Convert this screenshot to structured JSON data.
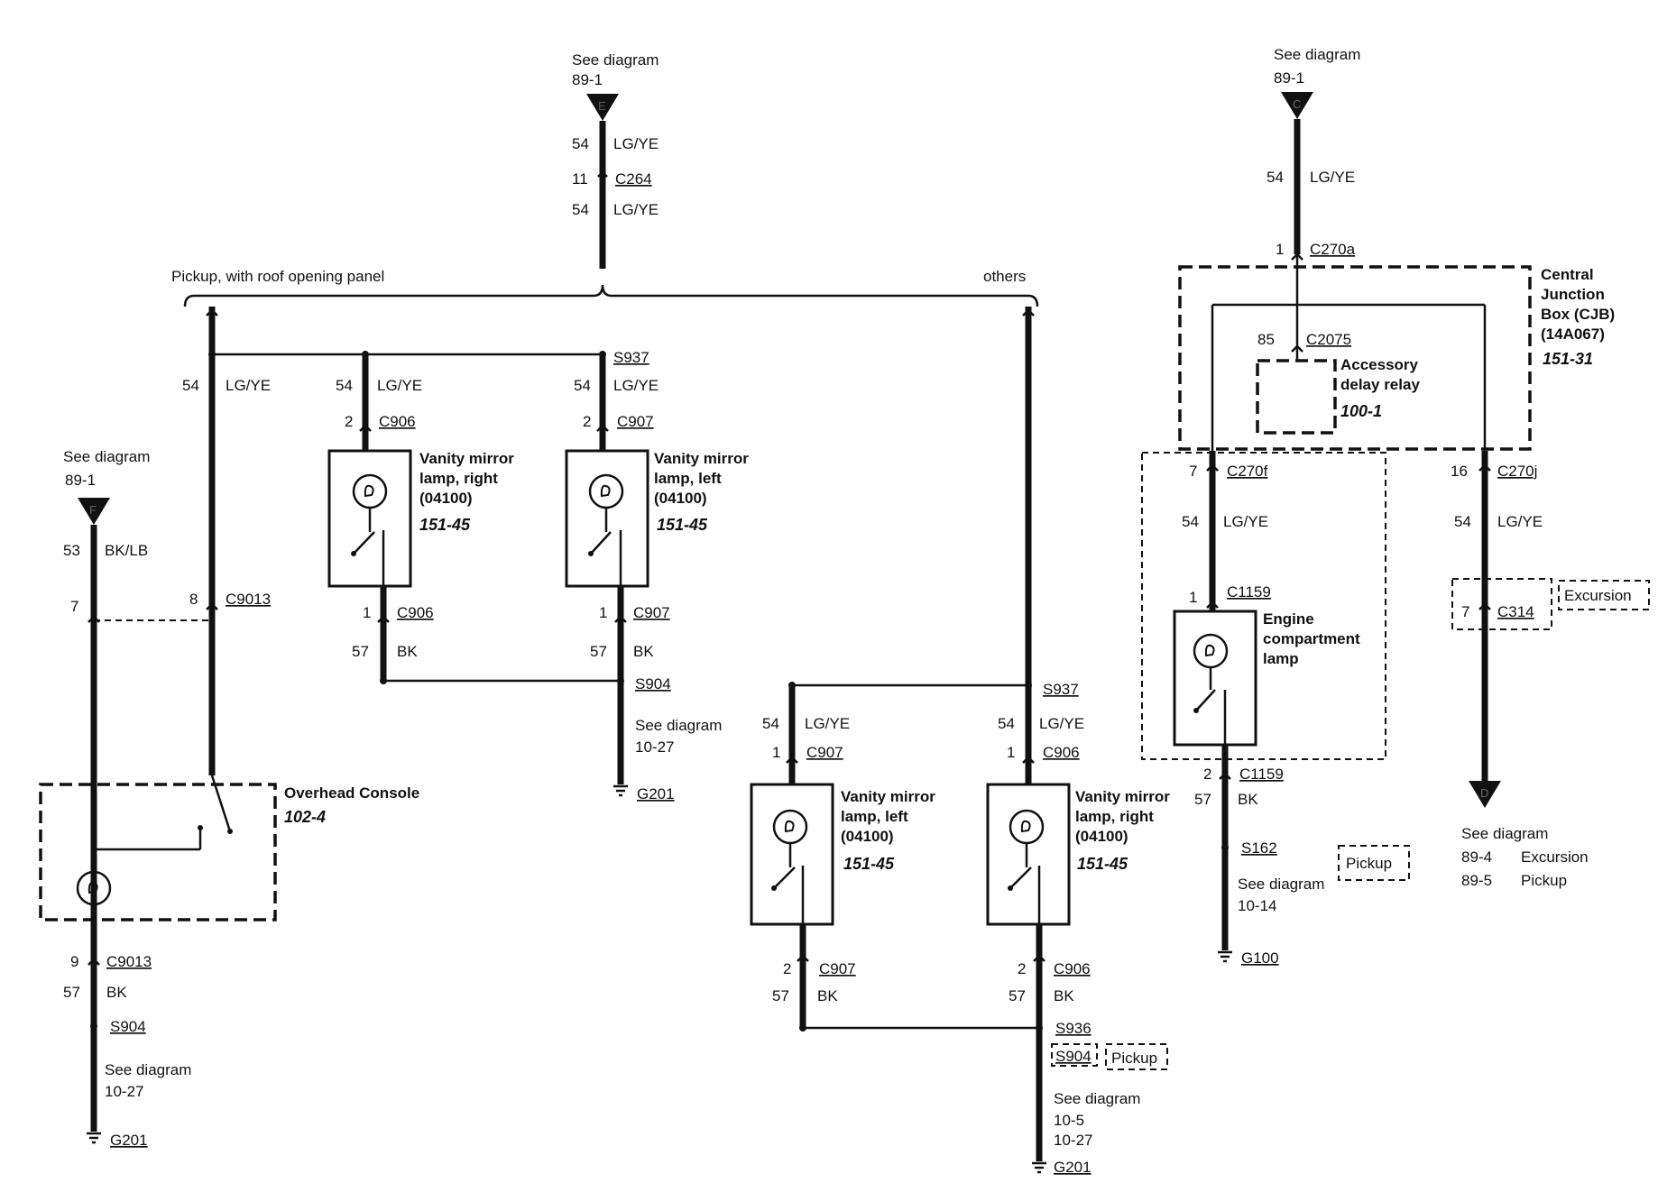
{
  "conn": {
    "see_diagram": "See diagram",
    "top_e_ref": "89-1",
    "top_e_letter": "E",
    "top_c_ref": "89-1",
    "top_c_letter": "C",
    "left_f_ref": "89-1",
    "left_f_letter": "F",
    "bottom_d_letter": "D",
    "d_ref1": "89-4",
    "d_txt1": "Excursion",
    "d_ref2": "89-5",
    "d_txt2": "Pickup"
  },
  "branch": {
    "pickup_roof": "Pickup, with roof opening panel",
    "others": "others"
  },
  "wire": {
    "n54": "54",
    "lgye": "LG/YE",
    "n57": "57",
    "bk": "BK",
    "n53": "53",
    "bklb": "BK/LB"
  },
  "pins": {
    "p1": "1",
    "p2": "2",
    "p7": "7",
    "p8": "8",
    "p9": "9",
    "p11": "11",
    "p16": "16",
    "p85": "85"
  },
  "connectors": {
    "c264": "C264",
    "c9013": "C9013",
    "c906": "C906",
    "c907": "C907",
    "c270a": "C270a",
    "c2075": "C2075",
    "c270f": "C270f",
    "c270j": "C270j",
    "c1159": "C1159",
    "c314": "C314"
  },
  "splices": {
    "s937": "S937",
    "s904": "S904",
    "s936": "S936",
    "s162": "S162"
  },
  "grounds": {
    "g201": "G201",
    "g100": "G100"
  },
  "refs": {
    "r10_27": "10-27",
    "r10_14": "10-14",
    "r10_5": "10-5"
  },
  "components": {
    "vm_right_1": "Vanity mirror",
    "vm_right_2": "lamp, right",
    "vm_left_1": "Vanity mirror",
    "vm_left_2": "lamp, left",
    "part_no": "(04100)",
    "vm_page": "151-45",
    "overhead": "Overhead Console",
    "overhead_page": "102-4",
    "cjb_1": "Central",
    "cjb_2": "Junction",
    "cjb_3": "Box (CJB)",
    "cjb_4": "(14A067)",
    "cjb_page": "151-31",
    "relay_1": "Accessory",
    "relay_2": "delay relay",
    "relay_page": "100-1",
    "engine_1": "Engine",
    "engine_2": "compartment",
    "engine_3": "lamp"
  },
  "tags": {
    "excursion": "Excursion",
    "pickup": "Pickup"
  }
}
